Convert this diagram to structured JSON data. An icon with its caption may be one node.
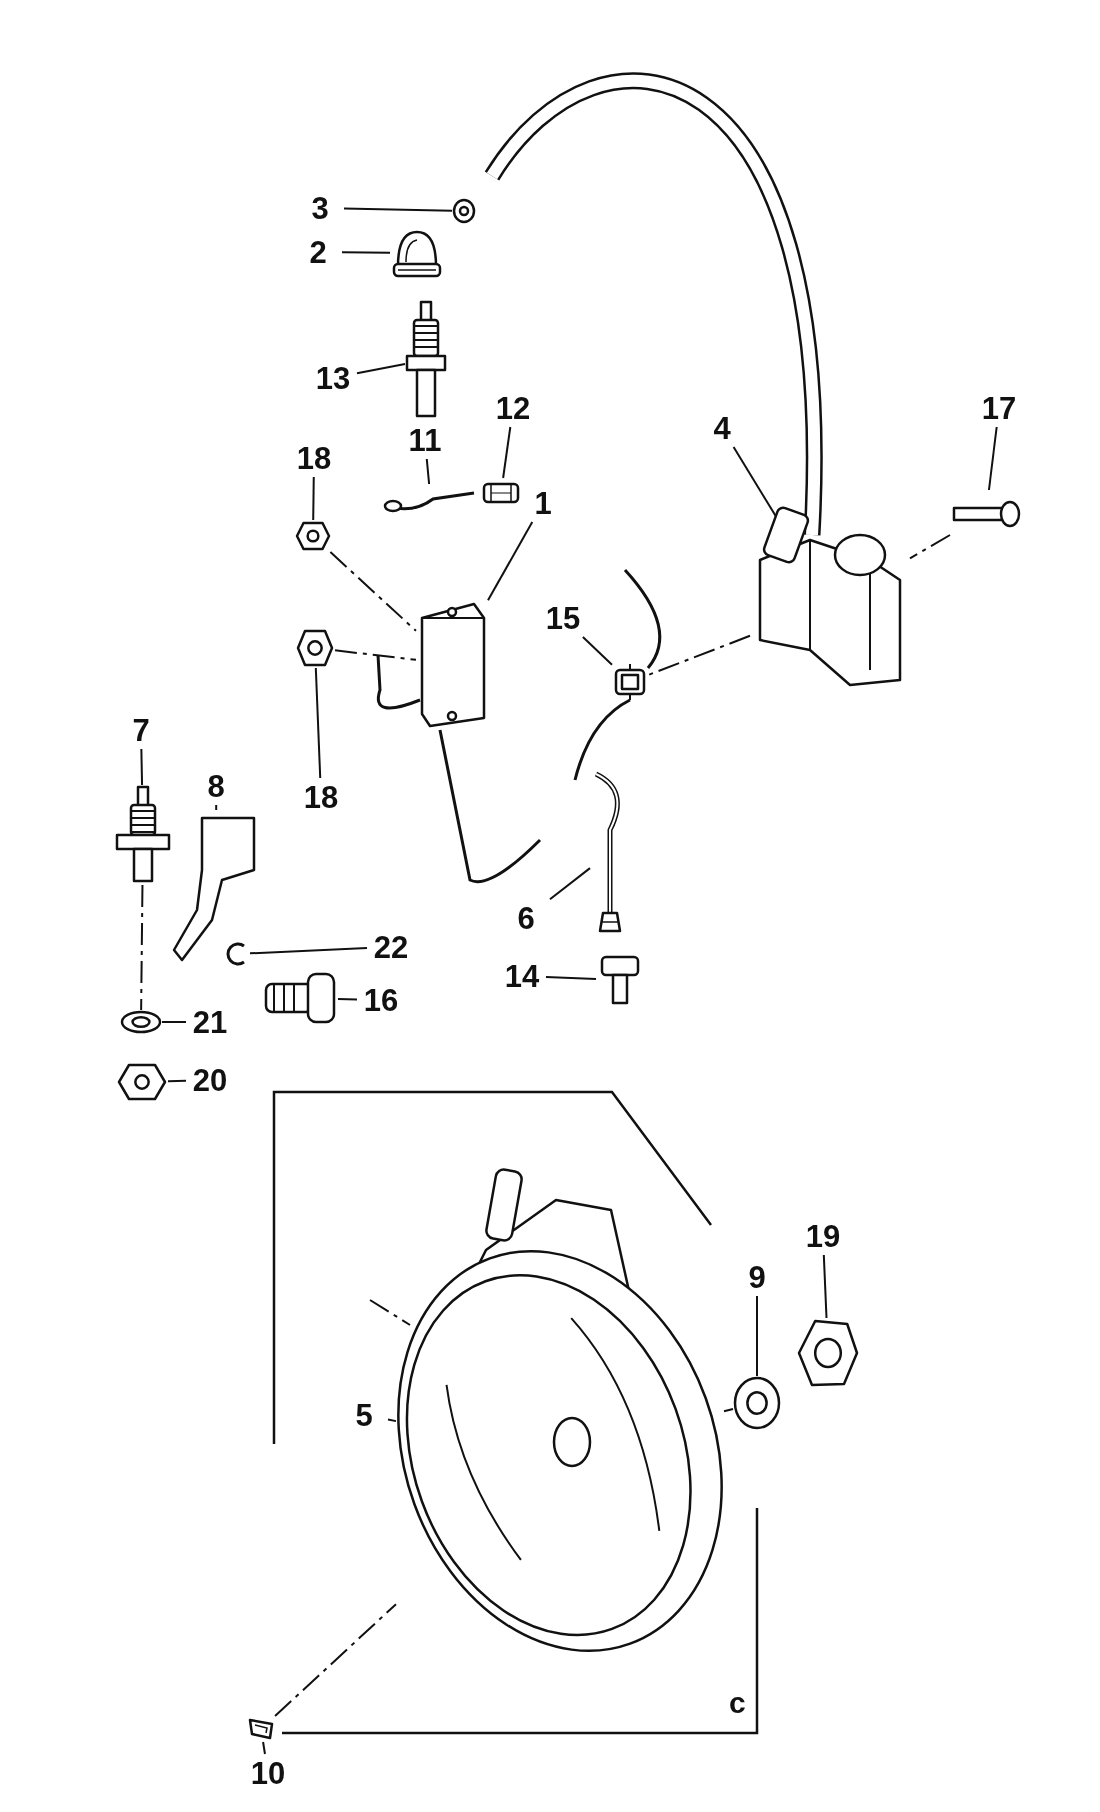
{
  "diagram": {
    "nodes": [
      {
        "text": [
          "3"
        ]
      },
      {
        "text": [],
        "shape": "picture"
      },
      {
        "text": [
          "2"
        ]
      },
      {
        "text": [],
        "shape": "picture"
      },
      {
        "text": [
          "13"
        ]
      },
      {
        "text": [],
        "shape": "picture"
      },
      {
        "text": [
          "12"
        ]
      },
      {
        "text": [],
        "shape": "picture"
      },
      {
        "text": [
          "11"
        ]
      },
      {
        "text": [],
        "shape": "picture"
      },
      {
        "text": [
          "17"
        ]
      },
      {
        "text": [],
        "shape": "picture"
      },
      {
        "text": [
          "4"
        ]
      },
      {
        "text": [],
        "shape": "picture"
      },
      {
        "text": [
          "18"
        ]
      },
      {
        "text": [],
        "shape": "picture"
      },
      {
        "text": [
          "1"
        ]
      },
      {
        "text": [],
        "shape": "picture"
      },
      {
        "text": [
          "15"
        ]
      },
      {
        "text": [],
        "shape": "picture"
      },
      {
        "text": [
          "7"
        ]
      },
      {
        "text": [],
        "shape": "picture"
      },
      {
        "text": [
          "8"
        ]
      },
      {
        "text": [],
        "shape": "picture"
      },
      {
        "text": [
          "18"
        ]
      },
      {
        "text": [],
        "shape": "picture"
      },
      {
        "text": [
          "6"
        ]
      },
      {
        "text": [],
        "shape": "picture"
      },
      {
        "text": [
          "22"
        ]
      },
      {
        "text": [],
        "shape": "picture"
      },
      {
        "text": [
          "14"
        ]
      },
      {
        "text": [],
        "shape": "picture"
      },
      {
        "text": [
          "16"
        ]
      },
      {
        "text": [],
        "shape": "picture"
      },
      {
        "text": [
          "21"
        ]
      },
      {
        "text": [],
        "shape": "picture"
      },
      {
        "text": [
          "20"
        ]
      },
      {
        "text": [],
        "shape": "picture"
      },
      {
        "text": [
          "19"
        ]
      },
      {
        "text": [],
        "shape": "picture"
      },
      {
        "text": [
          "9"
        ]
      },
      {
        "text": [],
        "shape": "picture"
      },
      {
        "text": [
          "5"
        ]
      },
      {
        "text": [],
        "shape": "picture"
      },
      {
        "text": [
          "10"
        ]
      },
      {
        "text": [],
        "shape": "picture"
      }
    ],
    "edges": [
      {
        "from": 0,
        "to": 1,
        "arrow": "none"
      },
      {
        "from": 2,
        "to": 3,
        "arrow": "none"
      },
      {
        "from": 4,
        "to": 5,
        "arrow": "none"
      },
      {
        "from": 6,
        "to": 7,
        "arrow": "none"
      },
      {
        "from": 8,
        "to": 9,
        "arrow": "none"
      },
      {
        "from": 10,
        "to": 11,
        "arrow": "none"
      },
      {
        "from": 12,
        "to": 13,
        "arrow": "none"
      },
      {
        "from": 14,
        "to": 15,
        "arrow": "none"
      },
      {
        "from": 16,
        "to": 17,
        "arrow": "none"
      },
      {
        "from": 18,
        "to": 19,
        "arrow": "none"
      },
      {
        "from": 20,
        "to": 21,
        "arrow": "none"
      },
      {
        "from": 22,
        "to": 23,
        "arrow": "none"
      },
      {
        "from": 24,
        "to": 25,
        "arrow": "none"
      },
      {
        "from": 26,
        "to": 27,
        "arrow": "none"
      },
      {
        "from": 28,
        "to": 29,
        "arrow": "none"
      },
      {
        "from": 30,
        "to": 31,
        "arrow": "none"
      },
      {
        "from": 32,
        "to": 33,
        "arrow": "none"
      },
      {
        "from": 34,
        "to": 35,
        "arrow": "none"
      },
      {
        "from": 36,
        "to": 37,
        "arrow": "none"
      },
      {
        "from": 38,
        "to": 39,
        "arrow": "none"
      },
      {
        "from": 40,
        "to": 41,
        "arrow": "none"
      },
      {
        "from": 42,
        "to": 43,
        "arrow": "none"
      },
      {
        "from": 44,
        "to": 45,
        "arrow": "none"
      },
      {
        "from": 15,
        "to": 17,
        "arrow": "none",
        "style": "dashed"
      },
      {
        "from": 25,
        "to": 17,
        "arrow": "none",
        "style": "dashed"
      },
      {
        "from": 11,
        "to": 13,
        "arrow": "none",
        "style": "dashed"
      },
      {
        "from": 13,
        "to": 19,
        "arrow": "none",
        "style": "dashed"
      },
      {
        "from": 21,
        "to": 35,
        "arrow": "none",
        "style": "dashed"
      },
      {
        "from": 41,
        "to": 43,
        "arrow": "none",
        "style": "dashed"
      },
      {
        "from": 45,
        "to": 43,
        "arrow": "none",
        "style": "dashed"
      }
    ],
    "labels": [
      "c"
    ]
  }
}
